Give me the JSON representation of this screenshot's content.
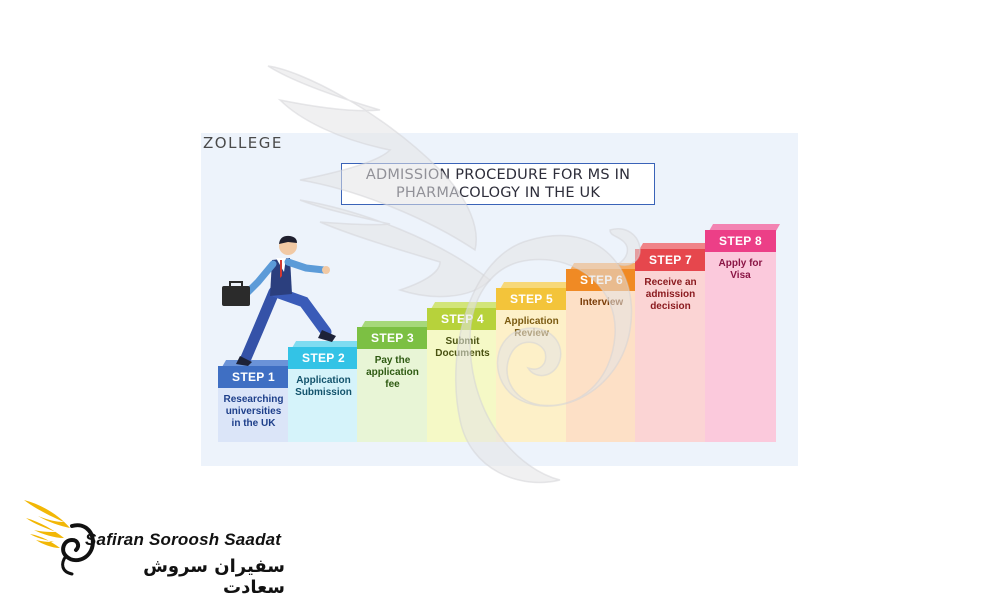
{
  "brand": "ZOLLEGE",
  "title": {
    "line1": "ADMISSION PROCEDURE FOR MS IN",
    "line2": "PHARMACOLOGY IN THE UK"
  },
  "steps": [
    {
      "label": "STEP 1",
      "desc": [
        "Researching",
        "universities",
        "in the UK"
      ],
      "color": "#3f6fc3",
      "ledge": "#6b93d8",
      "body": "#dbe5f8",
      "text": "#1e3f8a"
    },
    {
      "label": "STEP 2",
      "desc": [
        "Application",
        "Submission"
      ],
      "color": "#33c3e6",
      "ledge": "#7fdcf1",
      "body": "#d5f3fa",
      "text": "#13536c"
    },
    {
      "label": "STEP 3",
      "desc": [
        "Pay the",
        "application",
        "fee"
      ],
      "color": "#7cc043",
      "ledge": "#a6d87a",
      "body": "#e8f5d6",
      "text": "#2e5a12"
    },
    {
      "label": "STEP 4",
      "desc": [
        "Submit",
        "Documents"
      ],
      "color": "#b7d23b",
      "ledge": "#d2e579",
      "body": "#f5f9c6",
      "text": "#4a5212"
    },
    {
      "label": "STEP 5",
      "desc": [
        "Application",
        "Review"
      ],
      "color": "#f3c43a",
      "ledge": "#f7d878",
      "body": "#fdf0c8",
      "text": "#7a5a10"
    },
    {
      "label": "STEP 6",
      "desc": [
        "Interview"
      ],
      "color": "#f08a24",
      "ledge": "#f5ae66",
      "body": "#fde0c6",
      "text": "#7a3d08"
    },
    {
      "label": "STEP 7",
      "desc": [
        "Receive an",
        "admission",
        "decision"
      ],
      "color": "#e6474d",
      "ledge": "#f08388",
      "body": "#fbd4d4",
      "text": "#8a1a1e"
    },
    {
      "label": "STEP 8",
      "desc": [
        "Apply for",
        "Visa"
      ],
      "color": "#ec3f87",
      "ledge": "#f383b2",
      "body": "#fbc9dc",
      "text": "#8a1545"
    }
  ],
  "logo": {
    "english": "Safiran Soroosh Saadat",
    "persian": "سفیران سروش سعادت",
    "color": "#f2b705"
  },
  "icons": [
    "businessman-climbing-icon",
    "briefcase-icon",
    "wing-logo-icon",
    "wing-watermark-icon"
  ]
}
